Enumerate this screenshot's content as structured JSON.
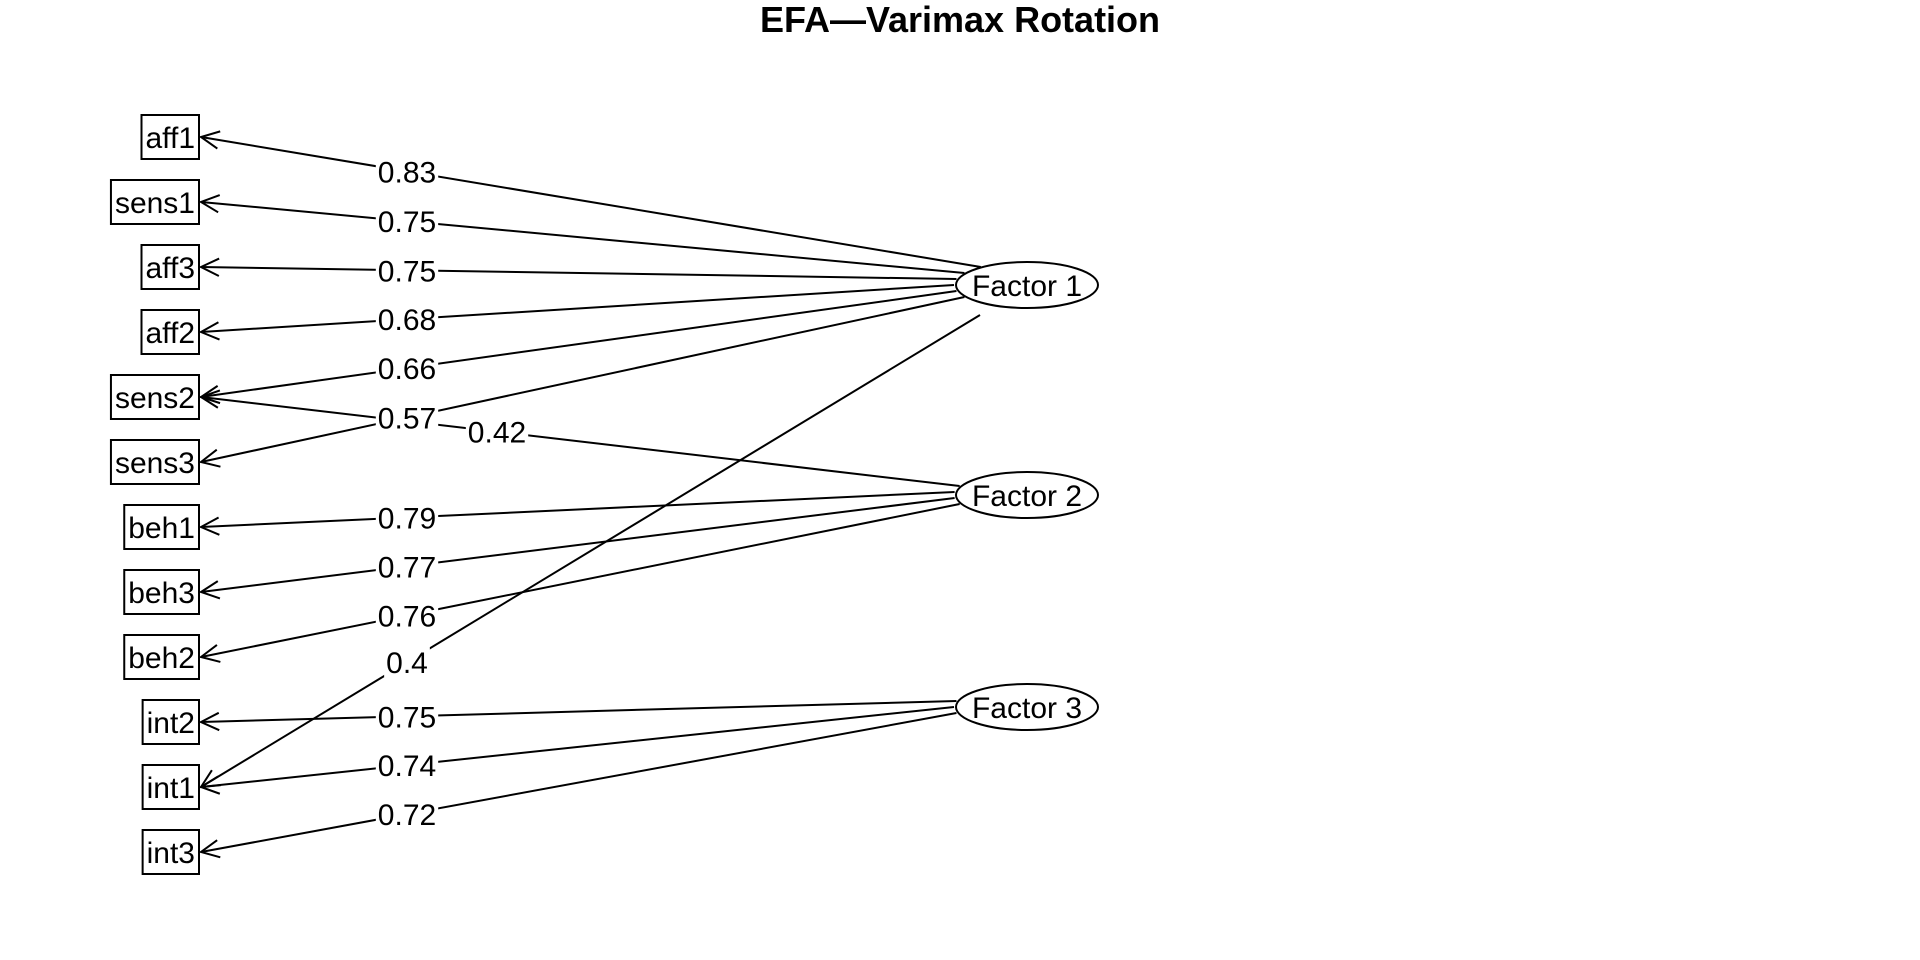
{
  "title": "EFA—Varimax Rotation",
  "variables": [
    "aff1",
    "sens1",
    "aff3",
    "aff2",
    "sens2",
    "sens3",
    "beh1",
    "beh3",
    "beh2",
    "int2",
    "int1",
    "int3"
  ],
  "factors": [
    "Factor 1",
    "Factor 2",
    "Factor 3"
  ],
  "loadings": [
    {
      "factor": 0,
      "variable": "aff1",
      "label": "0.83"
    },
    {
      "factor": 0,
      "variable": "sens1",
      "label": "0.75"
    },
    {
      "factor": 0,
      "variable": "aff3",
      "label": "0.75"
    },
    {
      "factor": 0,
      "variable": "aff2",
      "label": "0.68"
    },
    {
      "factor": 0,
      "variable": "sens2",
      "label": "0.66"
    },
    {
      "factor": 0,
      "variable": "sens3",
      "label": "0.57"
    },
    {
      "factor": 1,
      "variable": "sens2",
      "label": "0.42"
    },
    {
      "factor": 1,
      "variable": "beh1",
      "label": "0.79"
    },
    {
      "factor": 1,
      "variable": "beh3",
      "label": "0.77"
    },
    {
      "factor": 1,
      "variable": "beh2",
      "label": "0.76"
    },
    {
      "factor": 0,
      "variable": "int1",
      "label": "0.4"
    },
    {
      "factor": 2,
      "variable": "int2",
      "label": "0.75"
    },
    {
      "factor": 2,
      "variable": "int1",
      "label": "0.74"
    },
    {
      "factor": 2,
      "variable": "int3",
      "label": "0.72"
    }
  ],
  "colors": {
    "stroke": "#000000",
    "background": "#ffffff"
  }
}
